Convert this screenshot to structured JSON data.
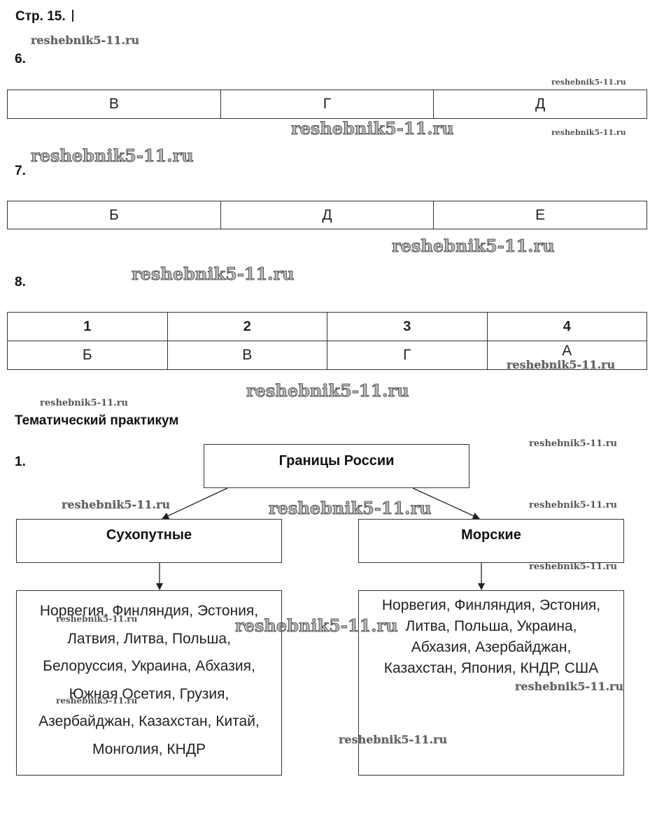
{
  "page_heading": "Стр. 15.",
  "watermark_text": "reshebnik5-11.ru",
  "q6": {
    "number": "6.",
    "cells": [
      "В",
      "Г",
      "Д"
    ]
  },
  "q7": {
    "number": "7.",
    "cells": [
      "Б",
      "Д",
      "Е"
    ]
  },
  "q8": {
    "number": "8.",
    "headers": [
      "1",
      "2",
      "3",
      "4"
    ],
    "cells": [
      "Б",
      "В",
      "Г",
      "А"
    ]
  },
  "section_title": "Тематический практикум",
  "practicum1": {
    "number": "1.",
    "root": "Границы России",
    "left_title": "Сухопутные",
    "right_title": "Морские",
    "left_lines": [
      "Норвегия, Финляндия, Эстония,",
      "Латвия, Литва, Польша,",
      "Белоруссия, Украина, Абхазия,",
      "Южная Осетия, Грузия,",
      "Азербайджан, Казахстан, Китай,",
      "Монголия, КНДР"
    ],
    "right_lines": [
      "Норвегия, Финляндия, Эстония,",
      "Литва, Польша, Украина,",
      "Абхазия, Азербайджан,",
      "Казахстан, Япония, КНДР, США"
    ]
  }
}
